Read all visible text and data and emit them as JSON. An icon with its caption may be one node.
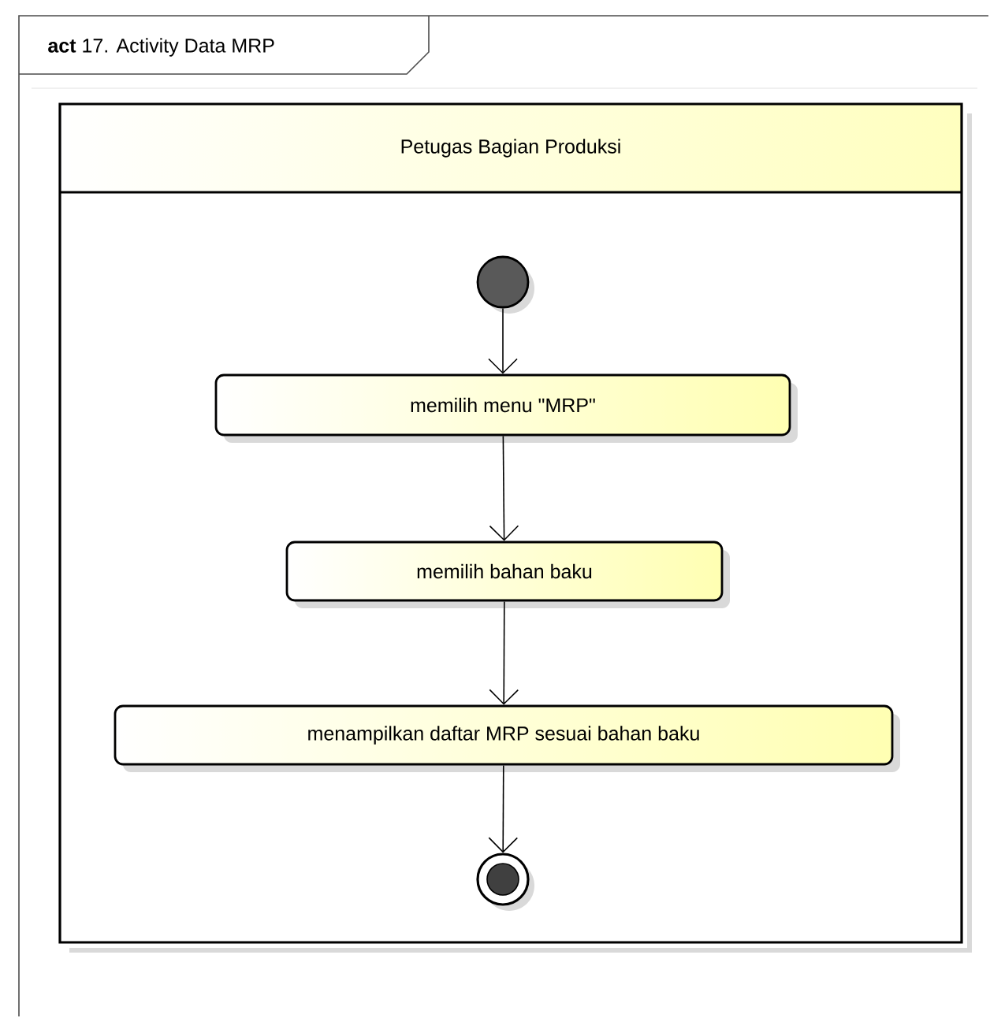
{
  "diagram": {
    "title": "**act** 17. Activity Data MRP",
    "nodes": [
      {
        "text": [
          "Petugas Bagian Produksi"
        ]
      },
      {
        "text": [],
        "shape": "circle",
        "in": 0
      },
      {
        "text": [
          "memilih menu \"MRP\""
        ],
        "in": 0
      },
      {
        "text": [
          "memilih bahan baku"
        ],
        "in": 0
      },
      {
        "text": [
          "menampilkan daftar MRP sesuai bahan baku"
        ],
        "in": 0
      },
      {
        "text": [],
        "shape": "circle",
        "in": 0
      }
    ],
    "edges": [
      {
        "from": 1,
        "to": 2,
        "arrow": "to"
      },
      {
        "from": 2,
        "to": 3,
        "arrow": "to"
      },
      {
        "from": 3,
        "to": 4,
        "arrow": "to"
      },
      {
        "from": 4,
        "to": 5,
        "arrow": "to"
      }
    ]
  }
}
